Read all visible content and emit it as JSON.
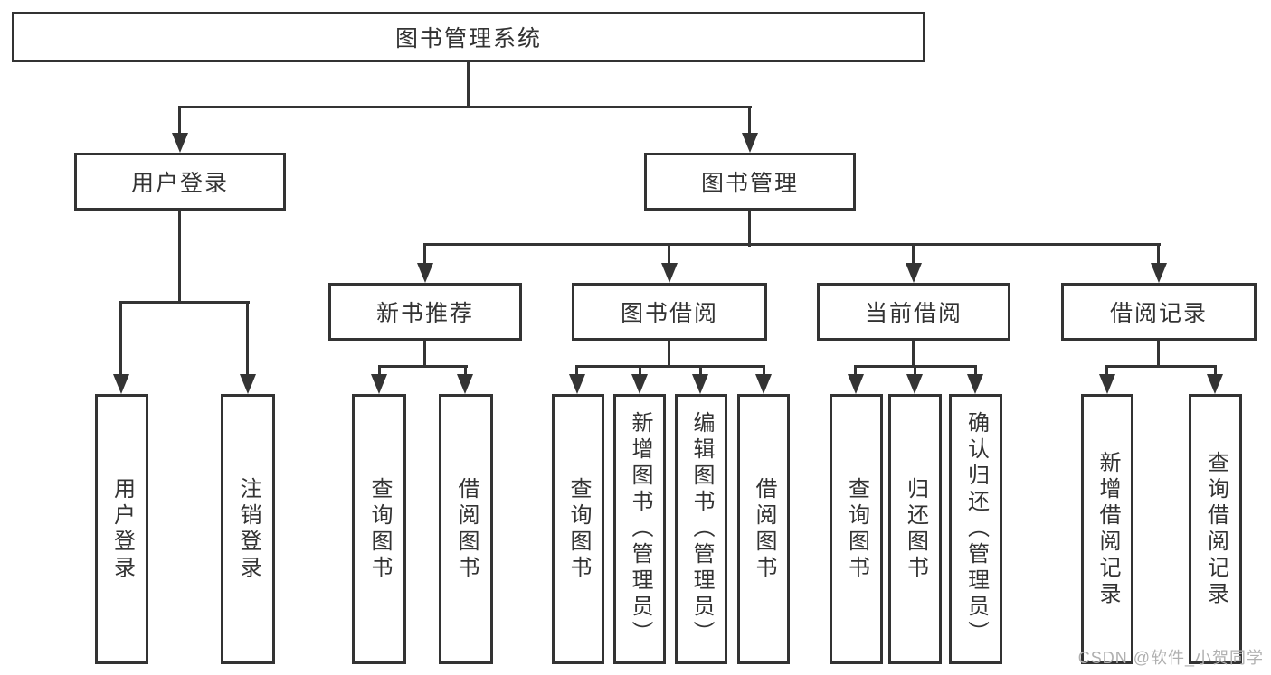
{
  "diagram_title": "图书管理系统",
  "nodes": {
    "root": "图书管理系统",
    "user_login": "用户登录",
    "book_management": "图书管理",
    "new_book_recommend": "新书推荐",
    "book_borrow": "图书借阅",
    "current_borrow": "当前借阅",
    "borrow_records": "借阅记录"
  },
  "leaves": {
    "user_login": [
      "用户登录",
      "注销登录"
    ],
    "new_book_recommend": [
      "查询图书",
      "借阅图书"
    ],
    "book_borrow": [
      "查询图书",
      "新增图书（管理员）",
      "编辑图书（管理员）",
      "借阅图书"
    ],
    "current_borrow": [
      "查询图书",
      "归还图书",
      "确认归还（管理员）"
    ],
    "borrow_records": [
      "新增借阅记录",
      "查询借阅记录"
    ]
  },
  "watermark": "CSDN @软件_小贺同学",
  "colors": {
    "line": "#343434",
    "border": "#333333",
    "text": "#333333",
    "watermark": "#b0b0b0",
    "background": "#ffffff"
  }
}
